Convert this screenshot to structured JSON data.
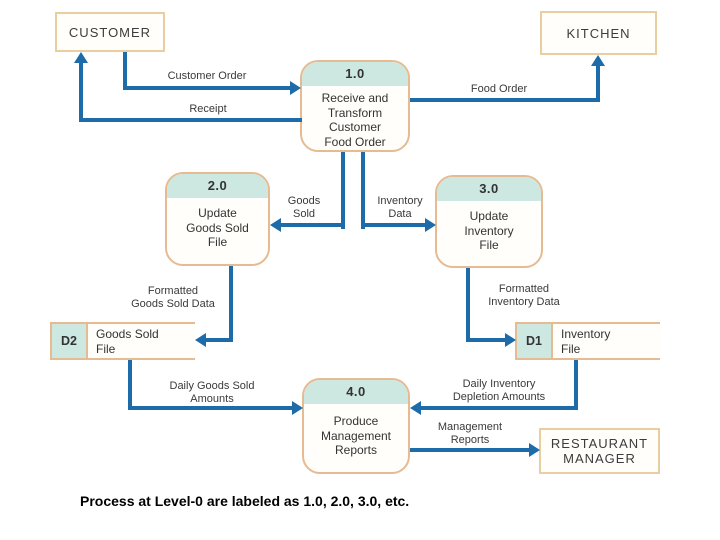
{
  "diagram": {
    "kind": "level-0 data flow diagram",
    "caption": "Process at Level-0 are labeled as 1.0, 2.0, 3.0, etc.",
    "colors": {
      "flow_line": "#1d6ba9",
      "process_border": "#e6bb92",
      "entity_border": "#e9cfa0",
      "header_fill": "#cde7e1",
      "label_text": "#3a3a3a"
    }
  },
  "entities": [
    {
      "label": "CUSTOMER"
    },
    {
      "label": "KITCHEN"
    },
    {
      "label": "RESTAURANT MANAGER"
    }
  ],
  "processes": [
    {
      "number": "1.0",
      "name": "Receive and Transform Customer Food Order",
      "name_lines": [
        "Receive and",
        "Transform",
        "Customer",
        "Food Order"
      ]
    },
    {
      "number": "2.0",
      "name": "Update Goods Sold File",
      "name_lines": [
        "Update",
        "Goods Sold",
        "File"
      ]
    },
    {
      "number": "3.0",
      "name": "Update Inventory File",
      "name_lines": [
        "Update",
        "Inventory",
        "File"
      ]
    },
    {
      "number": "4.0",
      "name": "Produce Management Reports",
      "name_lines": [
        "Produce",
        "Management",
        "Reports"
      ]
    }
  ],
  "data_stores": [
    {
      "id": "D2",
      "name": "Goods Sold File",
      "name_lines": [
        "Goods Sold",
        "File"
      ]
    },
    {
      "id": "D1",
      "name": "Inventory File",
      "name_lines": [
        "Inventory",
        "File"
      ]
    }
  ],
  "flows": [
    {
      "label": "Customer Order",
      "from": "Customer",
      "to": "Process 1.0",
      "lines": [
        "Customer Order"
      ]
    },
    {
      "label": "Receipt",
      "from": "Process 1.0",
      "to": "Customer",
      "lines": [
        "Receipt"
      ]
    },
    {
      "label": "Food Order",
      "from": "Process 1.0",
      "to": "Kitchen",
      "lines": [
        "Food Order"
      ]
    },
    {
      "label": "Goods Sold",
      "from": "Process 1.0",
      "to": "Process 2.0",
      "lines": [
        "Goods",
        "Sold"
      ]
    },
    {
      "label": "Inventory Data",
      "from": "Process 1.0",
      "to": "Process 3.0",
      "lines": [
        "Inventory",
        "Data"
      ]
    },
    {
      "label": "Formatted Goods Sold Data",
      "from": "Process 2.0",
      "to": "Data store D2",
      "lines": [
        "Formatted",
        "Goods Sold Data"
      ]
    },
    {
      "label": "Formatted Inventory Data",
      "from": "Process 3.0",
      "to": "Data store D1",
      "lines": [
        "Formatted",
        "Inventory Data"
      ]
    },
    {
      "label": "Daily Goods Sold Amounts",
      "from": "Data store D2",
      "to": "Process 4.0",
      "lines": [
        "Daily Goods Sold",
        "Amounts"
      ]
    },
    {
      "label": "Daily Inventory Depletion Amounts",
      "from": "Data store D1",
      "to": "Process 4.0",
      "lines": [
        "Daily Inventory",
        "Depletion Amounts"
      ]
    },
    {
      "label": "Management Reports",
      "from": "Process 4.0",
      "to": "Restaurant Manager",
      "lines": [
        "Management",
        "Reports"
      ]
    }
  ]
}
